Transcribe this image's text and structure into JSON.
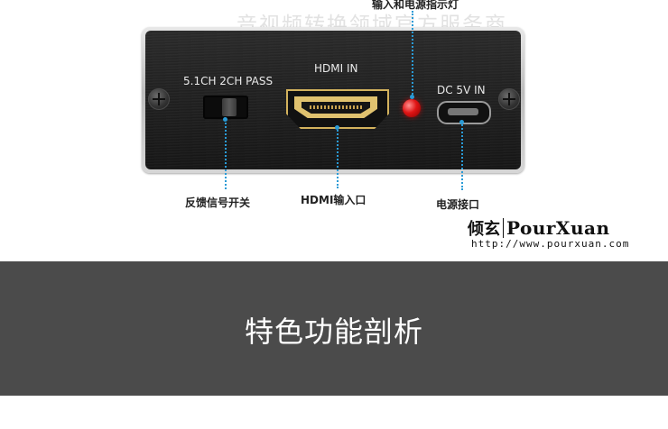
{
  "watermark": "音视频转换领域官方服务商",
  "panel": {
    "switch_label": "5.1CH 2CH PASS",
    "hdmi_label": "HDMI IN",
    "dc_label": "DC 5V IN"
  },
  "callouts": {
    "indicator": "输入和电源指示灯",
    "switch": "反馈信号开关",
    "hdmi": "HDMI输入口",
    "power": "电源接口"
  },
  "brand": {
    "name_cn": "倾玄",
    "name_en": "PourXuan",
    "url": "http://www.pourxuan.com"
  },
  "section": {
    "title": "特色功能剖析"
  },
  "colors": {
    "accent_line": "#2a9bd6",
    "band": "#4b4b4b",
    "led": "#e01515",
    "hdmi_gold": "#d3b25d"
  }
}
